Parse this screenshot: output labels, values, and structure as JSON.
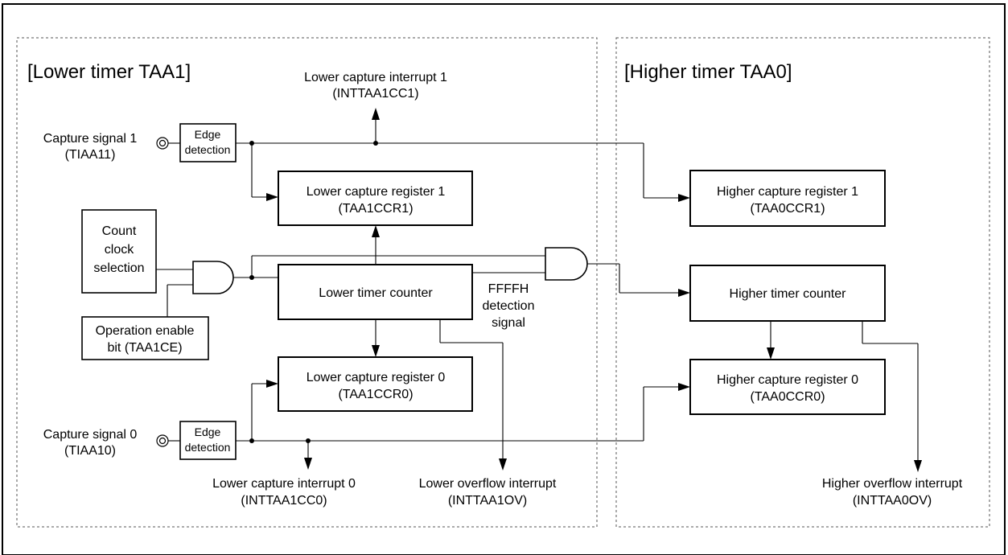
{
  "sections": {
    "lower_title": "[Lower timer TAA1]",
    "higher_title": "[Higher timer TAA0]"
  },
  "inputs": {
    "capture1": {
      "line1": "Capture signal 1",
      "line2": "(TIAA11)"
    },
    "capture0": {
      "line1": "Capture signal 0",
      "line2": "(TIAA10)"
    }
  },
  "edge_detection": {
    "line1": "Edge",
    "line2": "detection"
  },
  "count_clock": {
    "line1": "Count",
    "line2": "clock",
    "line3": "selection"
  },
  "operation_enable": {
    "line1": "Operation enable",
    "line2": "bit (TAA1CE)"
  },
  "lower": {
    "capture_reg1": {
      "line1": "Lower capture register 1",
      "line2": "(TAA1CCR1)"
    },
    "counter": "Lower timer counter",
    "capture_reg0": {
      "line1": "Lower capture register 0",
      "line2": "(TAA1CCR0)"
    },
    "interrupt1": {
      "line1": "Lower capture interrupt 1",
      "line2": "(INTTAA1CC1)"
    },
    "interrupt0": {
      "line1": "Lower capture interrupt 0",
      "line2": "(INTTAA1CC0)"
    },
    "overflow": {
      "line1": "Lower overflow interrupt",
      "line2": "(INTTAA1OV)"
    }
  },
  "ffffh": {
    "line1": "FFFFH",
    "line2": "detection",
    "line3": "signal"
  },
  "higher": {
    "capture_reg1": {
      "line1": "Higher capture register 1",
      "line2": "(TAA0CCR1)"
    },
    "counter": "Higher timer counter",
    "capture_reg0": {
      "line1": "Higher capture register 0",
      "line2": "(TAA0CCR0)"
    },
    "overflow": {
      "line1": "Higher overflow interrupt",
      "line2": "(INTTAA0OV)"
    }
  }
}
